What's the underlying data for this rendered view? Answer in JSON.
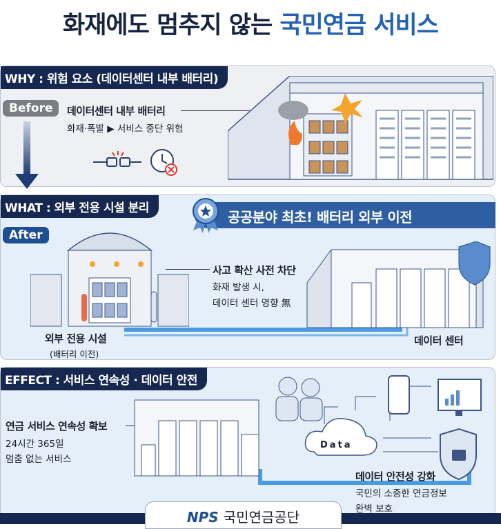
{
  "title": {
    "main": "화재에도 멈추지 않는",
    "accent": "국민연금 서비스"
  },
  "why": {
    "header": "WHY : 위험 요소 (데이터센터 내부 배터리)",
    "badge": "Before",
    "heading": "데이터센터 내부 배터리",
    "desc": "화재·폭발 ▶ 서비스 중단 위험"
  },
  "what": {
    "header": "WHAT : 외부 전용 시설 분리",
    "badge": "After",
    "banner": "공공분야 최초! 배터리 외부 이전",
    "facility_label": "외부 전용 시설",
    "facility_sub": "(배터리 이전)",
    "callout_heading": "사고 확산 사전 차단",
    "callout_line1": "화재 발생 시,",
    "callout_line2": "데이터 센터 영향 無",
    "datacenter_label": "데이터 센터"
  },
  "effect": {
    "header": "EFFECT : 서비스 연속성 · 데이터 안전",
    "left_heading": "연금 서비스 연속성 확보",
    "left_line1": "24시간 365일",
    "left_line2": "멈춤 없는 서비스",
    "cloud_label": "Data",
    "right_heading": "데이터 안전성 강화",
    "right_line1": "국민의 소중한 연금정보",
    "right_line2": "완벽 보호"
  },
  "footer": {
    "logo_mark": "NPS",
    "org_name": "국민연금공단"
  },
  "colors": {
    "navy": "#17285c",
    "accent": "#2361b4",
    "panel": "#e4eff9"
  }
}
